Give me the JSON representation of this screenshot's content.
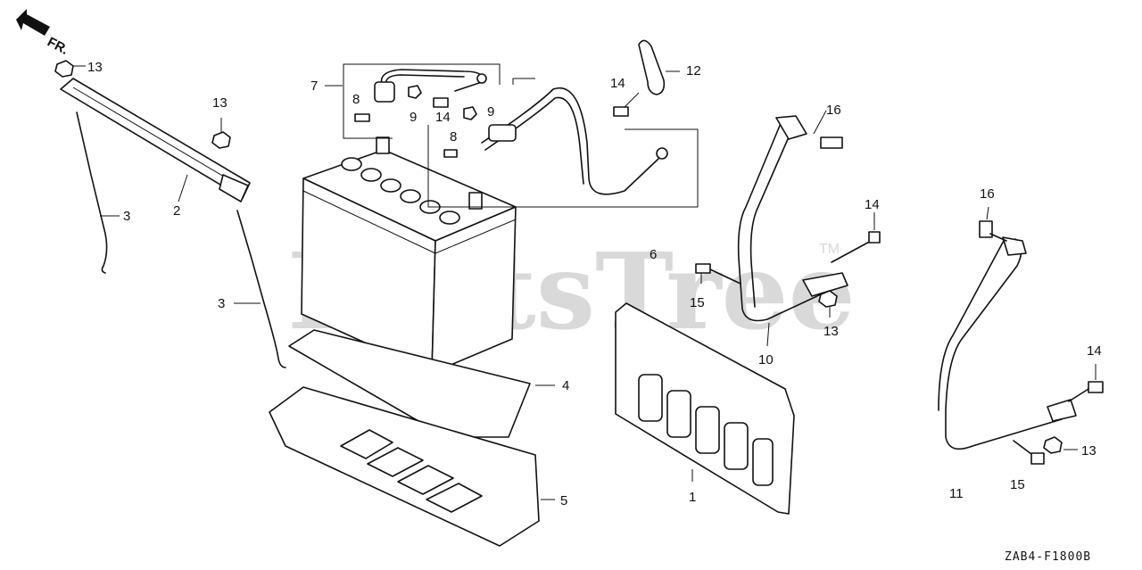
{
  "diagram": {
    "watermark": "PartsTree",
    "trademark": "TM",
    "direction": "FR.",
    "diagram_code": "ZAB4-F1800B",
    "callouts": [
      {
        "id": "c13a",
        "text": "13"
      },
      {
        "id": "c13b",
        "text": "13"
      },
      {
        "id": "c2",
        "text": "2"
      },
      {
        "id": "c3a",
        "text": "3"
      },
      {
        "id": "c3b",
        "text": "3"
      },
      {
        "id": "c7",
        "text": "7"
      },
      {
        "id": "c8a",
        "text": "8"
      },
      {
        "id": "c9a",
        "text": "9"
      },
      {
        "id": "c14a",
        "text": "14"
      },
      {
        "id": "c9b",
        "text": "9"
      },
      {
        "id": "c8b",
        "text": "8"
      },
      {
        "id": "c14b",
        "text": "14"
      },
      {
        "id": "c12",
        "text": "12"
      },
      {
        "id": "c16a",
        "text": "16"
      },
      {
        "id": "c14c",
        "text": "14"
      },
      {
        "id": "c6",
        "text": "6"
      },
      {
        "id": "c15a",
        "text": "15"
      },
      {
        "id": "c13c",
        "text": "13"
      },
      {
        "id": "c10",
        "text": "10"
      },
      {
        "id": "c4",
        "text": "4"
      },
      {
        "id": "c5",
        "text": "5"
      },
      {
        "id": "c1",
        "text": "1"
      },
      {
        "id": "c16b",
        "text": "16"
      },
      {
        "id": "c14d",
        "text": "14"
      },
      {
        "id": "c13d",
        "text": "13"
      },
      {
        "id": "c11",
        "text": "11"
      },
      {
        "id": "c15b",
        "text": "15"
      }
    ]
  }
}
